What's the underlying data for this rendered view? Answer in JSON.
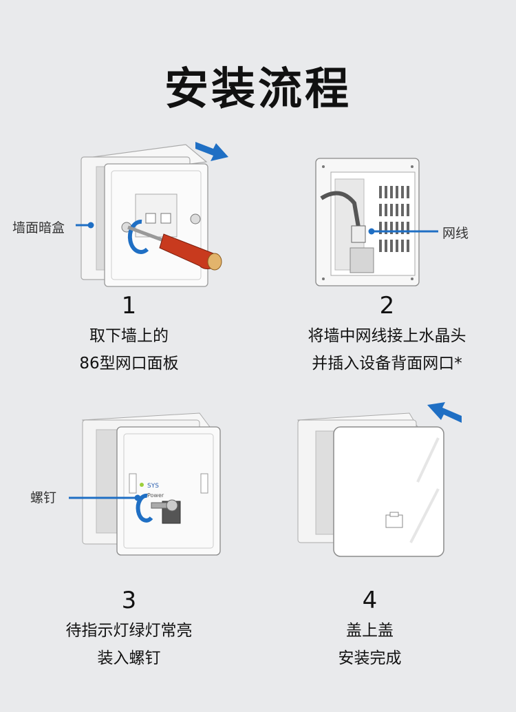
{
  "title": "安装流程",
  "steps": [
    {
      "number": "1",
      "lines": [
        "取下墙上的",
        "86型网口面板"
      ],
      "callout": "墙面暗盒"
    },
    {
      "number": "2",
      "lines": [
        "将墙中网线接上水晶头",
        "并插入设备背面网口*"
      ],
      "callout": "网线"
    },
    {
      "number": "3",
      "lines": [
        "待指示灯绿灯常亮",
        "装入螺钉"
      ],
      "callout": "螺钉"
    },
    {
      "number": "4",
      "lines": [
        "盖上盖",
        "安装完成"
      ],
      "callout": ""
    }
  ],
  "device_labels": {
    "sys": "SYS",
    "power": "Power"
  },
  "colors": {
    "accent_blue": "#1f6fc4",
    "screwdriver_red": "#c83a1e",
    "background": "#e9eaec"
  }
}
